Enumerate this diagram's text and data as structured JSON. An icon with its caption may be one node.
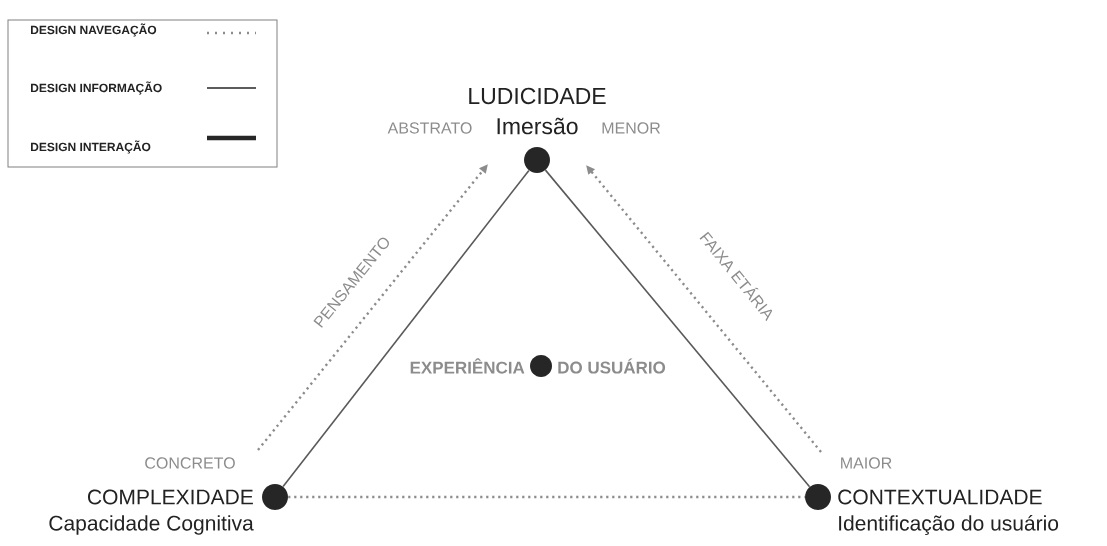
{
  "diagram": {
    "nodes": [
      {
        "text": [
          "LUDICIDADE",
          "Imersão"
        ]
      },
      {
        "text": [
          "COMPLEXIDADE",
          "Capacidade Cognitiva"
        ]
      },
      {
        "text": [
          "CONTEXTUALIDADE",
          "Identificação do usuário"
        ]
      },
      {
        "text": [
          "EXPERIÊNCIA",
          "DO USUÁRIO"
        ]
      }
    ],
    "edges": [
      {
        "from": 1,
        "to": 0,
        "arrow": "none",
        "color": "#595959"
      },
      {
        "from": 0,
        "to": 2,
        "arrow": "none",
        "color": "#595959"
      },
      {
        "from": 1,
        "to": 2,
        "arrow": "none",
        "style": "dashed",
        "color": "#8c8c8c"
      },
      {
        "from": null,
        "to": 0,
        "arrow": "to",
        "label": "PENSAMENTO",
        "style": "dashed",
        "color": "#8c8c8c"
      },
      {
        "from": null,
        "to": 0,
        "arrow": "to",
        "label": "FAIXA ETÁRIA",
        "style": "dashed",
        "color": "#8c8c8c"
      }
    ],
    "labels": [
      "ABSTRATO",
      "MENOR",
      "CONCRETO",
      "MAIOR"
    ],
    "legend": [
      {
        "text": "DESIGN NAVEGAÇÃO"
      },
      {
        "text": "DESIGN INFORMAÇÃO"
      },
      {
        "text": "DESIGN INTERAÇÃO"
      }
    ]
  }
}
